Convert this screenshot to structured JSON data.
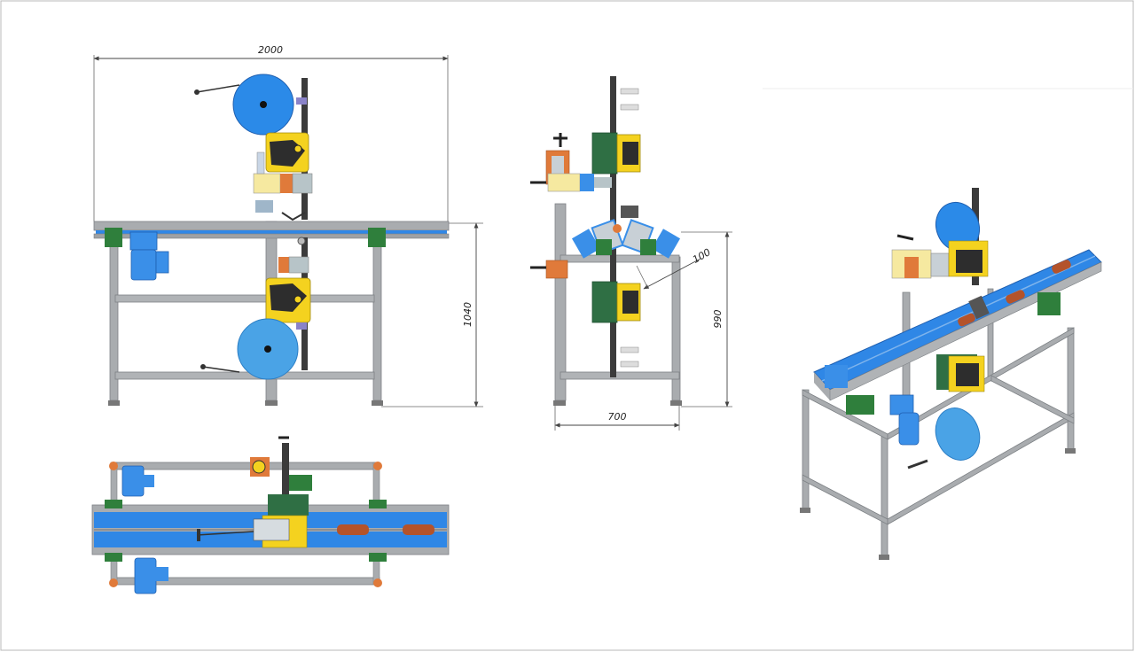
{
  "dimensions": {
    "front_length": "2000",
    "front_height": "1040",
    "side_width": "700",
    "side_height": "990",
    "side_offset": "100"
  },
  "colors": {
    "frame": "#a9acaf",
    "frame_dark": "#7d8185",
    "belt": "#2f87e6",
    "belt_dark": "#1f5fb0",
    "motor": "#3a8fe8",
    "roll": "#2b8ae8",
    "roll_light": "#4aa3e6",
    "head_yellow": "#f4d21f",
    "head_dark": "#2d2d2d",
    "green": "#2f7f3c",
    "orange": "#e07a3a",
    "product": "#b4532a",
    "dim_line": "#444444"
  }
}
